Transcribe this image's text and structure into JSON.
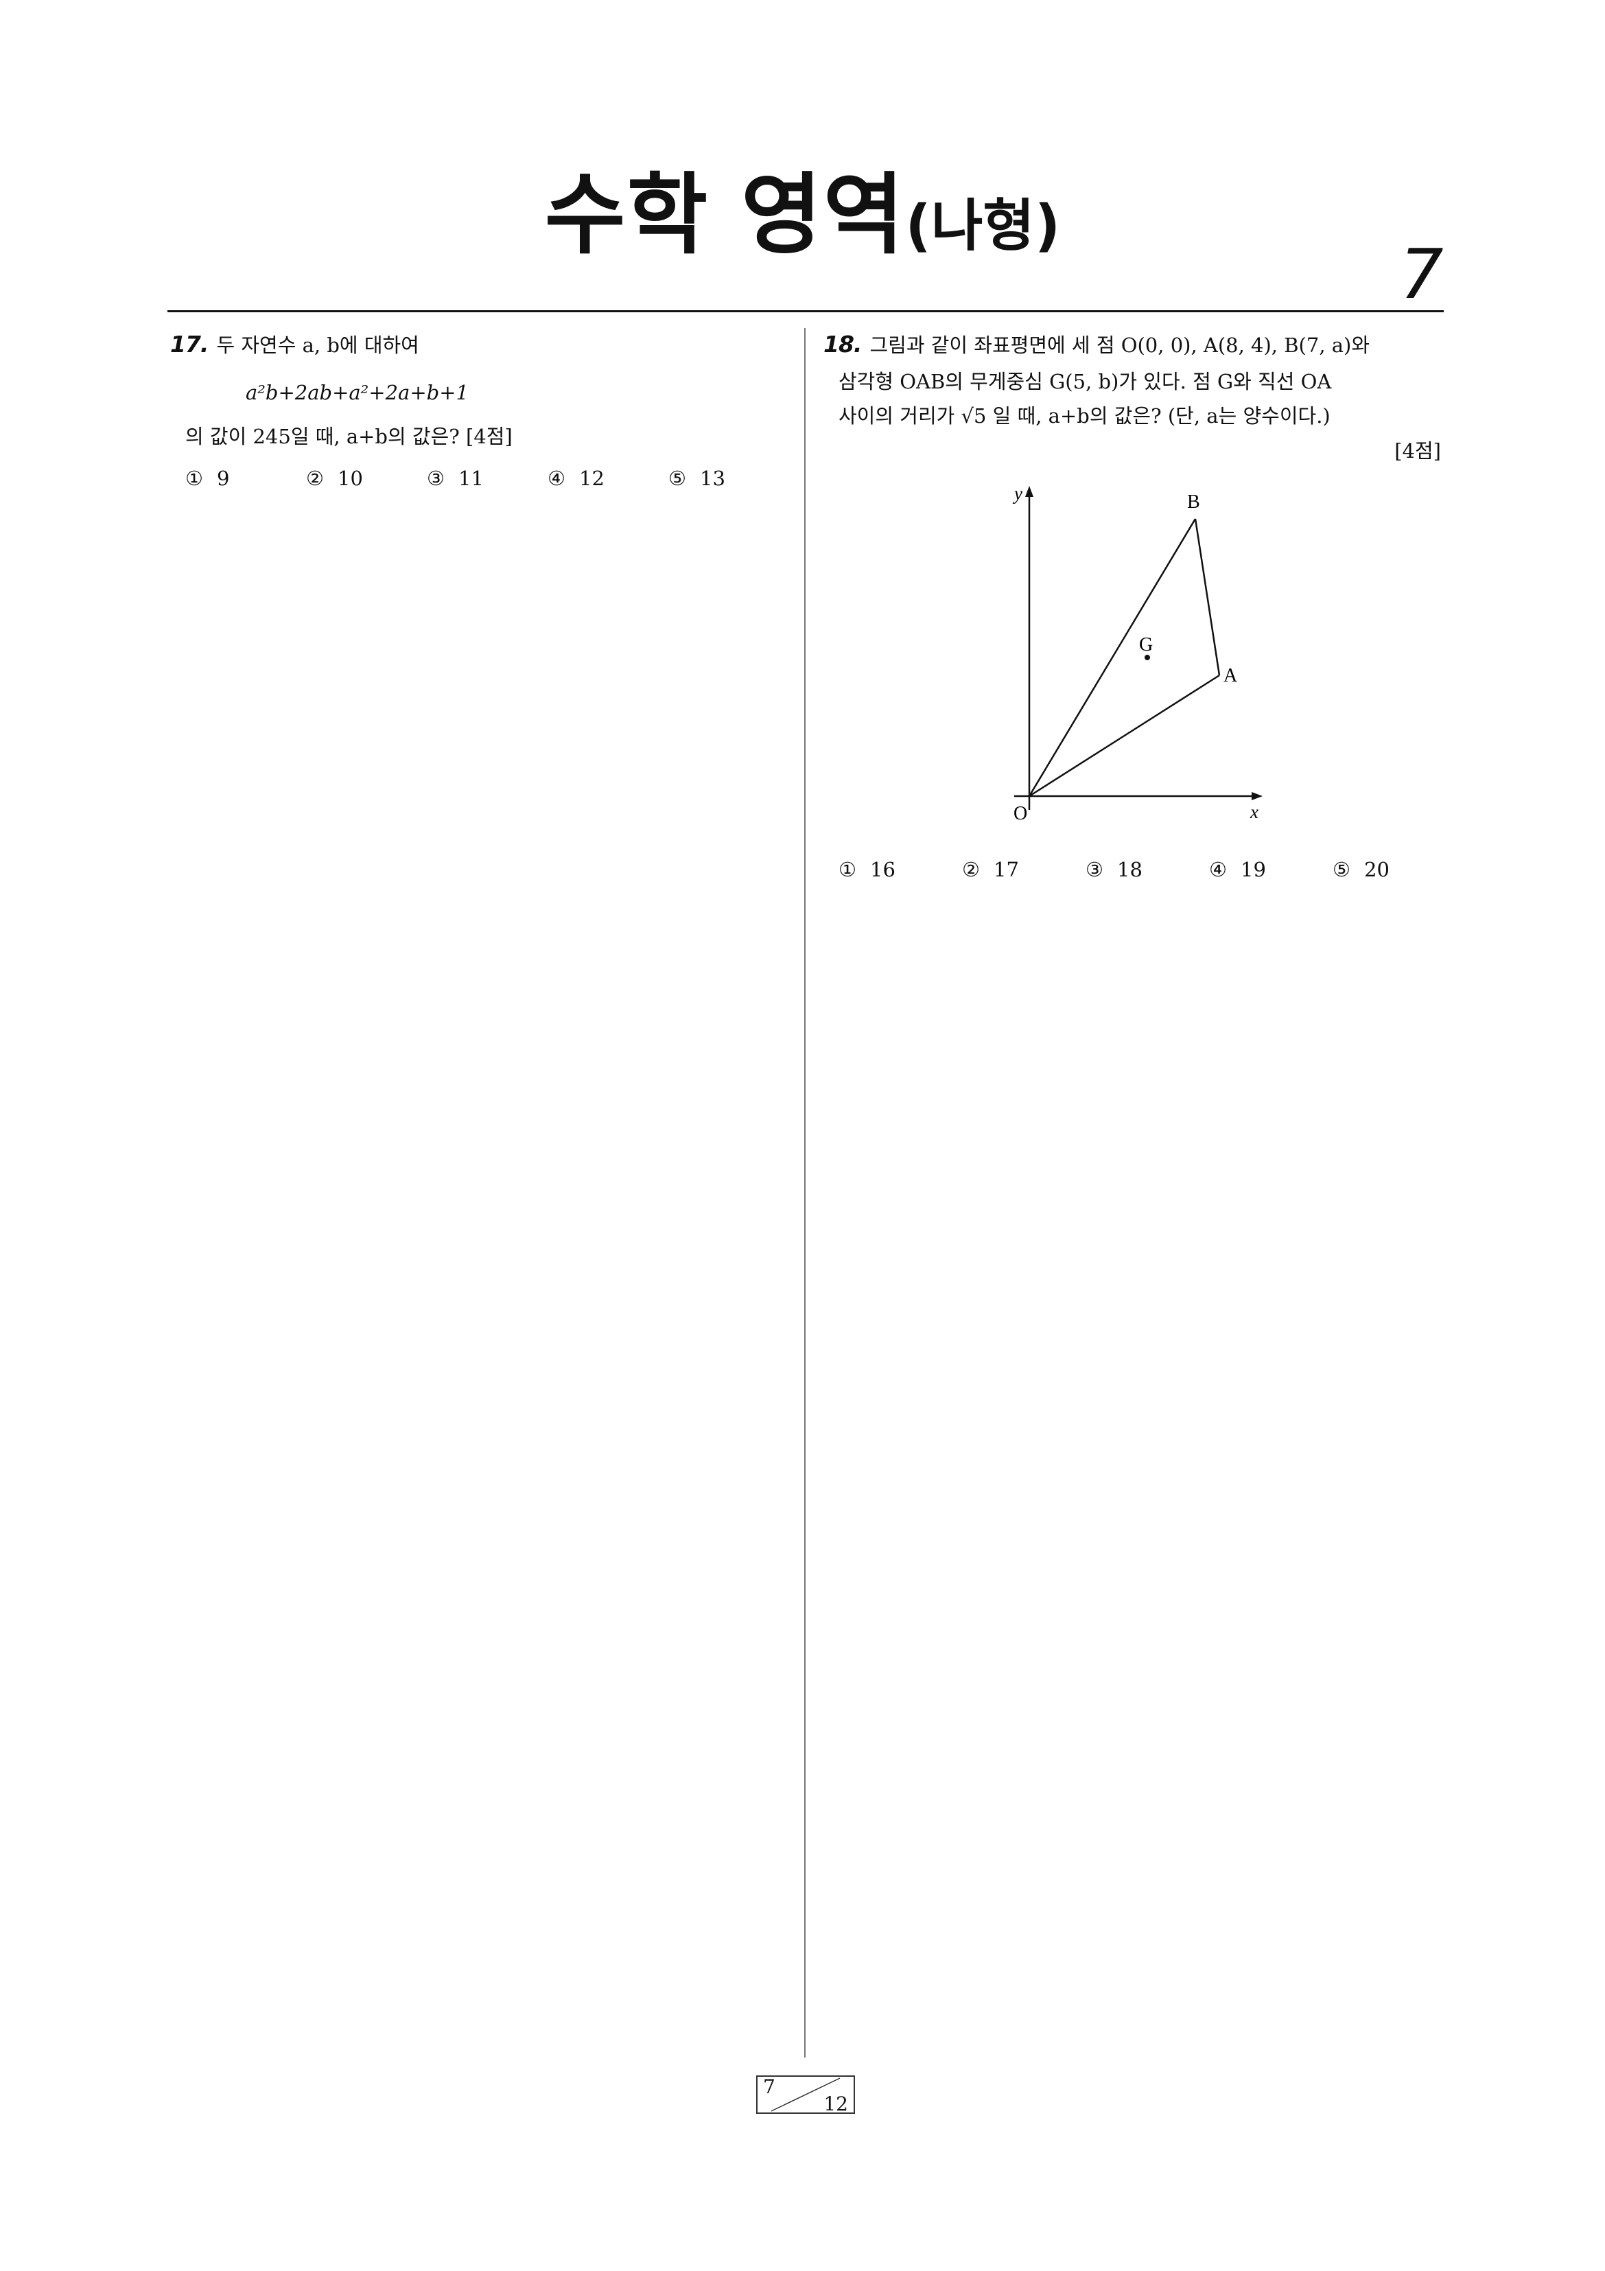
{
  "header": {
    "title": "수학 영역",
    "subtitle": "(나형)",
    "page_number": "7"
  },
  "q17": {
    "number": "17.",
    "line1": "두 자연수 a, b에 대하여",
    "formula": "a²b+2ab+a²+2a+b+1",
    "line2": "의 값이 245일 때, a+b의 값은? [4점]",
    "choices": [
      {
        "mark": "①",
        "value": "9"
      },
      {
        "mark": "②",
        "value": "10"
      },
      {
        "mark": "③",
        "value": "11"
      },
      {
        "mark": "④",
        "value": "12"
      },
      {
        "mark": "⑤",
        "value": "13"
      }
    ]
  },
  "q18": {
    "number": "18.",
    "line1": "그림과 같이 좌표평면에 세 점 O(0, 0), A(8, 4), B(7, a)와",
    "line2": "삼각형 OAB의 무게중심 G(5, b)가 있다. 점 G와 직선 OA",
    "line3": "사이의 거리가 √5 일 때, a+b의 값은? (단, a는 양수이다.)",
    "points": "[4점]",
    "figure": {
      "y_label": "y",
      "x_label": "x",
      "origin_label": "O",
      "a_label": "A",
      "b_label": "B",
      "g_label": "G"
    },
    "choices": [
      {
        "mark": "①",
        "value": "16"
      },
      {
        "mark": "②",
        "value": "17"
      },
      {
        "mark": "③",
        "value": "18"
      },
      {
        "mark": "④",
        "value": "19"
      },
      {
        "mark": "⑤",
        "value": "20"
      }
    ]
  },
  "footer": {
    "current": "7",
    "total": "12"
  }
}
